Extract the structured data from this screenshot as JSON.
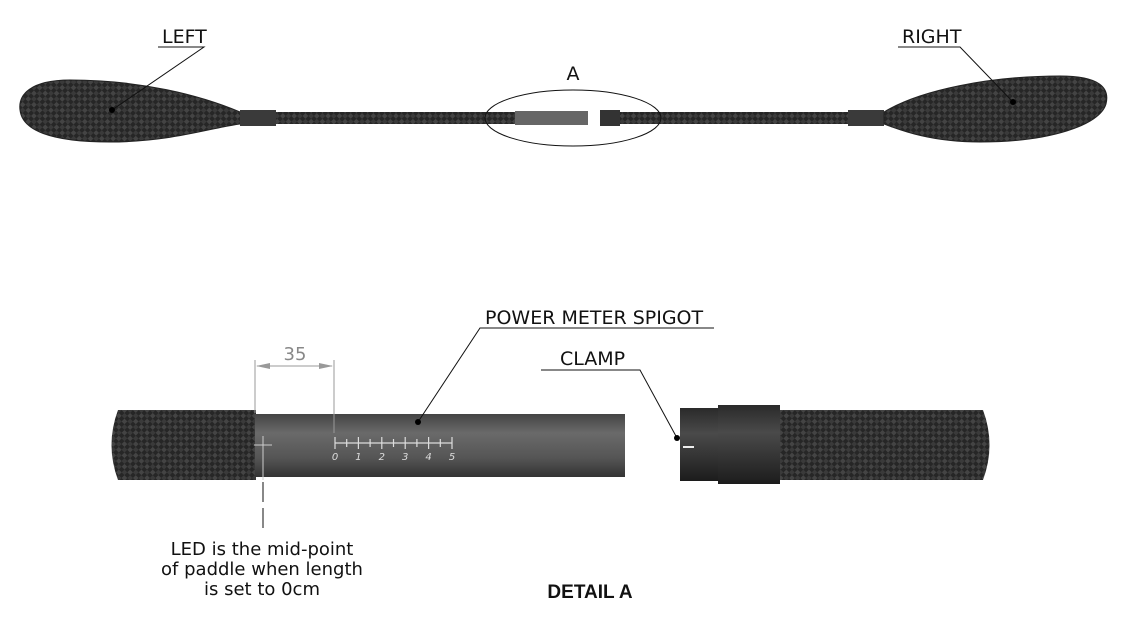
{
  "overview": {
    "left_label": "LEFT",
    "right_label": "RIGHT",
    "detail_marker": "A"
  },
  "detail": {
    "spigot_label": "POWER METER SPIGOT",
    "clamp_label": "CLAMP",
    "dimension_value": "35",
    "ruler_numbers": [
      "0",
      "1",
      "2",
      "3",
      "4",
      "5"
    ],
    "led_note_lines": [
      "LED is the mid-point",
      "of paddle when length",
      "is set to 0cm"
    ],
    "title": "DETAIL A"
  },
  "colors": {
    "carbon": "#2a2a2a",
    "spigot": "#5a5a5a",
    "dimension": "#888888"
  }
}
